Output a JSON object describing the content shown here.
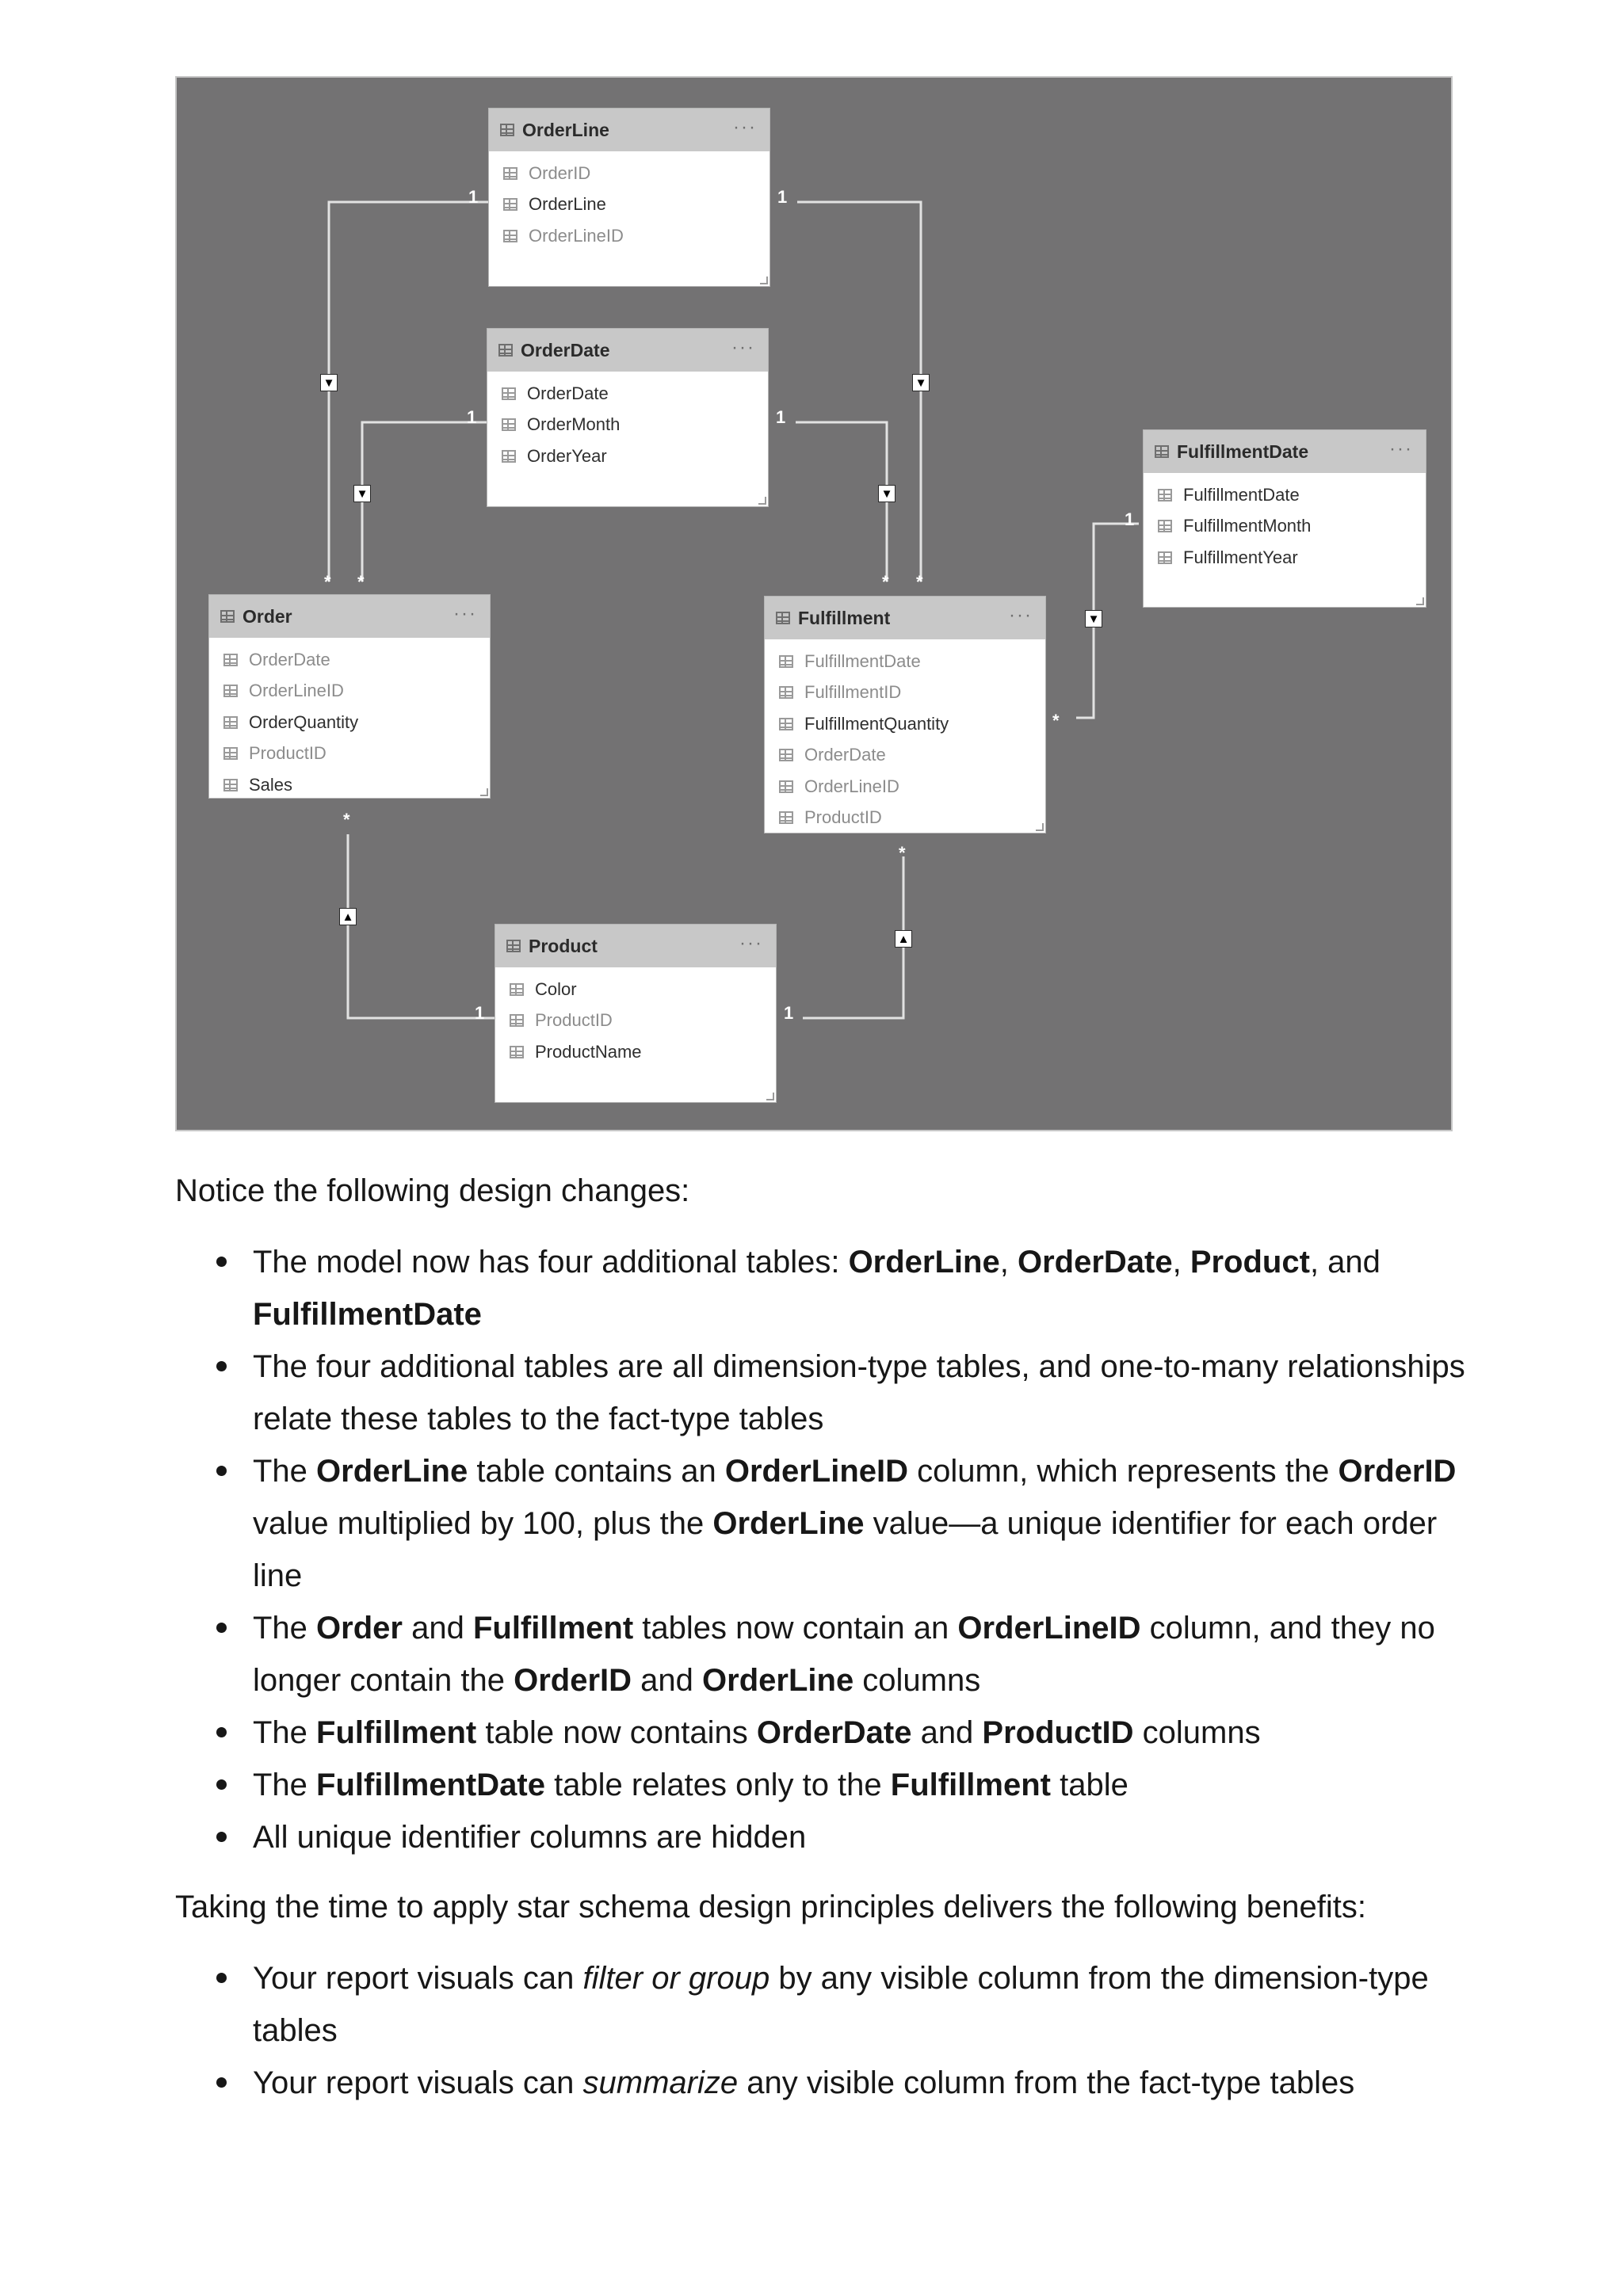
{
  "diagram": {
    "tables": {
      "orderline": {
        "title": "OrderLine",
        "more": "···",
        "columns": [
          "OrderID",
          "OrderLine",
          "OrderLineID"
        ]
      },
      "orderdate": {
        "title": "OrderDate",
        "more": "···",
        "columns": [
          "OrderDate",
          "OrderMonth",
          "OrderYear"
        ]
      },
      "fulfillmentdate": {
        "title": "FulfillmentDate",
        "more": "···",
        "columns": [
          "FulfillmentDate",
          "FulfillmentMonth",
          "FulfillmentYear"
        ]
      },
      "order": {
        "title": "Order",
        "more": "···",
        "columns": [
          "OrderDate",
          "OrderLineID",
          "OrderQuantity",
          "ProductID",
          "Sales"
        ]
      },
      "fulfillment": {
        "title": "Fulfillment",
        "more": "···",
        "columns": [
          "FulfillmentDate",
          "FulfillmentID",
          "FulfillmentQuantity",
          "OrderDate",
          "OrderLineID",
          "ProductID"
        ]
      },
      "product": {
        "title": "Product",
        "more": "···",
        "columns": [
          "Color",
          "ProductID",
          "ProductName"
        ]
      }
    },
    "cardinality_one": "1",
    "cardinality_many": "*",
    "arrow_down": "▼",
    "arrow_up": "▲"
  },
  "text": {
    "intro": "Notice the following design changes:",
    "b1": {
      "t1": "The model now has four additional tables: ",
      "b1": "OrderLine",
      "t2": ", ",
      "b2": "OrderDate",
      "t3": ", ",
      "b3": "Product",
      "t4": ", and ",
      "b4": "FulfillmentDate"
    },
    "b2": {
      "t1": "The four additional tables are all dimension-type tables, and one-to-many relationships relate these tables to the fact-type tables"
    },
    "b3": {
      "t1": "The ",
      "b1": "OrderLine",
      "t2": " table contains an ",
      "b2": "OrderLineID",
      "t3": " column, which represents the ",
      "b3": "OrderID",
      "t4": " value multiplied by 100, plus the ",
      "b4": "OrderLine",
      "t5": " value—a unique identifier for each order line"
    },
    "b4": {
      "t1": "The ",
      "b1": "Order",
      "t2": " and ",
      "b2": "Fulfillment",
      "t3": " tables now contain an ",
      "b3": "OrderLineID",
      "t4": " column, and they no longer contain the ",
      "b4": "OrderID",
      "t5": " and ",
      "b5": "OrderLine",
      "t6": " columns"
    },
    "b5": {
      "t1": "The ",
      "b1": "Fulfillment",
      "t2": " table now contains ",
      "b2": "OrderDate",
      "t3": " and ",
      "b3": "ProductID",
      "t4": " columns"
    },
    "b6": {
      "t1": "The ",
      "b1": "FulfillmentDate",
      "t2": " table relates only to the ",
      "b2": "Fulfillment",
      "t3": " table"
    },
    "b7": {
      "t1": "All unique identifier columns are hidden"
    },
    "benefits_intro": "Taking the time to apply star schema design principles delivers the following benefits:",
    "c1": {
      "t1": "Your report visuals can ",
      "i1": "filter or group",
      "t2": " by any visible column from the dimension-type tables"
    },
    "c2": {
      "t1": "Your report visuals can ",
      "i1": "summarize",
      "t2": " any visible column from the fact-type tables"
    }
  }
}
